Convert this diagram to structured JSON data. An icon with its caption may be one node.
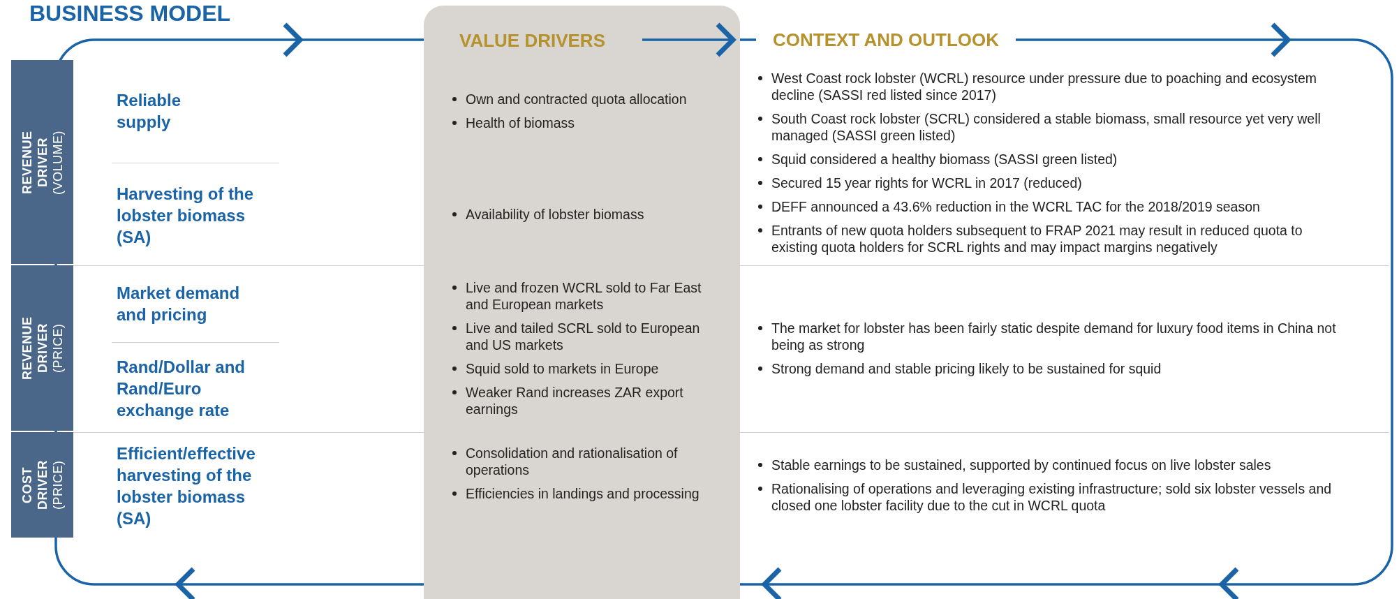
{
  "diagram": {
    "title": "BUSINESS MODEL",
    "nodes": [
      {
        "text": [
          "REVENUE DRIVER",
          "(VOLUME)"
        ]
      },
      {
        "text": [
          "REVENUE DRIVER",
          "(PRICE)"
        ]
      },
      {
        "text": [
          "COST DRIVER",
          "(PRICE)"
        ]
      },
      {
        "text": [
          "VALUE DRIVERS",
          "Own and contracted quota allocation",
          "Health of biomass",
          "Availability of lobster biomass",
          "Live and frozen WCRL sold to Far East and European markets",
          "Live and tailed SCRL sold to European and US markets",
          "Squid sold to markets in Europe",
          "Weaker Rand increases ZAR export earnings",
          "Consolidation and rationalisation of operations",
          "Efficiencies in landings and processing"
        ]
      }
    ],
    "labels": [
      "Reliable supply",
      "Harvesting of the lobster biomass (SA)",
      "Market demand and pricing",
      "Rand/Dollar and Rand/Euro exchange rate",
      "Efficient/effective harvesting of the lobster biomass (SA)",
      "CONTEXT AND OUTLOOK",
      "West Coast rock lobster (WCRL) resource under pressure due to poaching and ecosystem decline (SASSI red listed since 2017)",
      "South Coast rock lobster (SCRL) considered a stable biomass, small resource yet very well managed (SASSI green listed)",
      "Squid considered a healthy biomass (SASSI green listed)",
      "Secured 15 year rights for WCRL in 2017 (reduced)",
      "DEFF announced a 43.6% reduction in the WCRL TAC for the 2018/2019 season",
      "Entrants of new quota holders subsequent to FRAP 2021 may result in reduced quota to existing quota holders for SCRL rights and may impact margins negatively",
      "The market for lobster has been fairly static despite demand for luxury food items in China not being as strong",
      "Strong demand and stable pricing likely to be sustained for squid",
      "Stable earnings to be sustained, supported by continued focus on live lobster sales",
      "Rationalising of operations and leveraging existing infrastructure; sold six lobster vessels and closed one lobster facility due to the cut in WCRL quota"
    ]
  }
}
